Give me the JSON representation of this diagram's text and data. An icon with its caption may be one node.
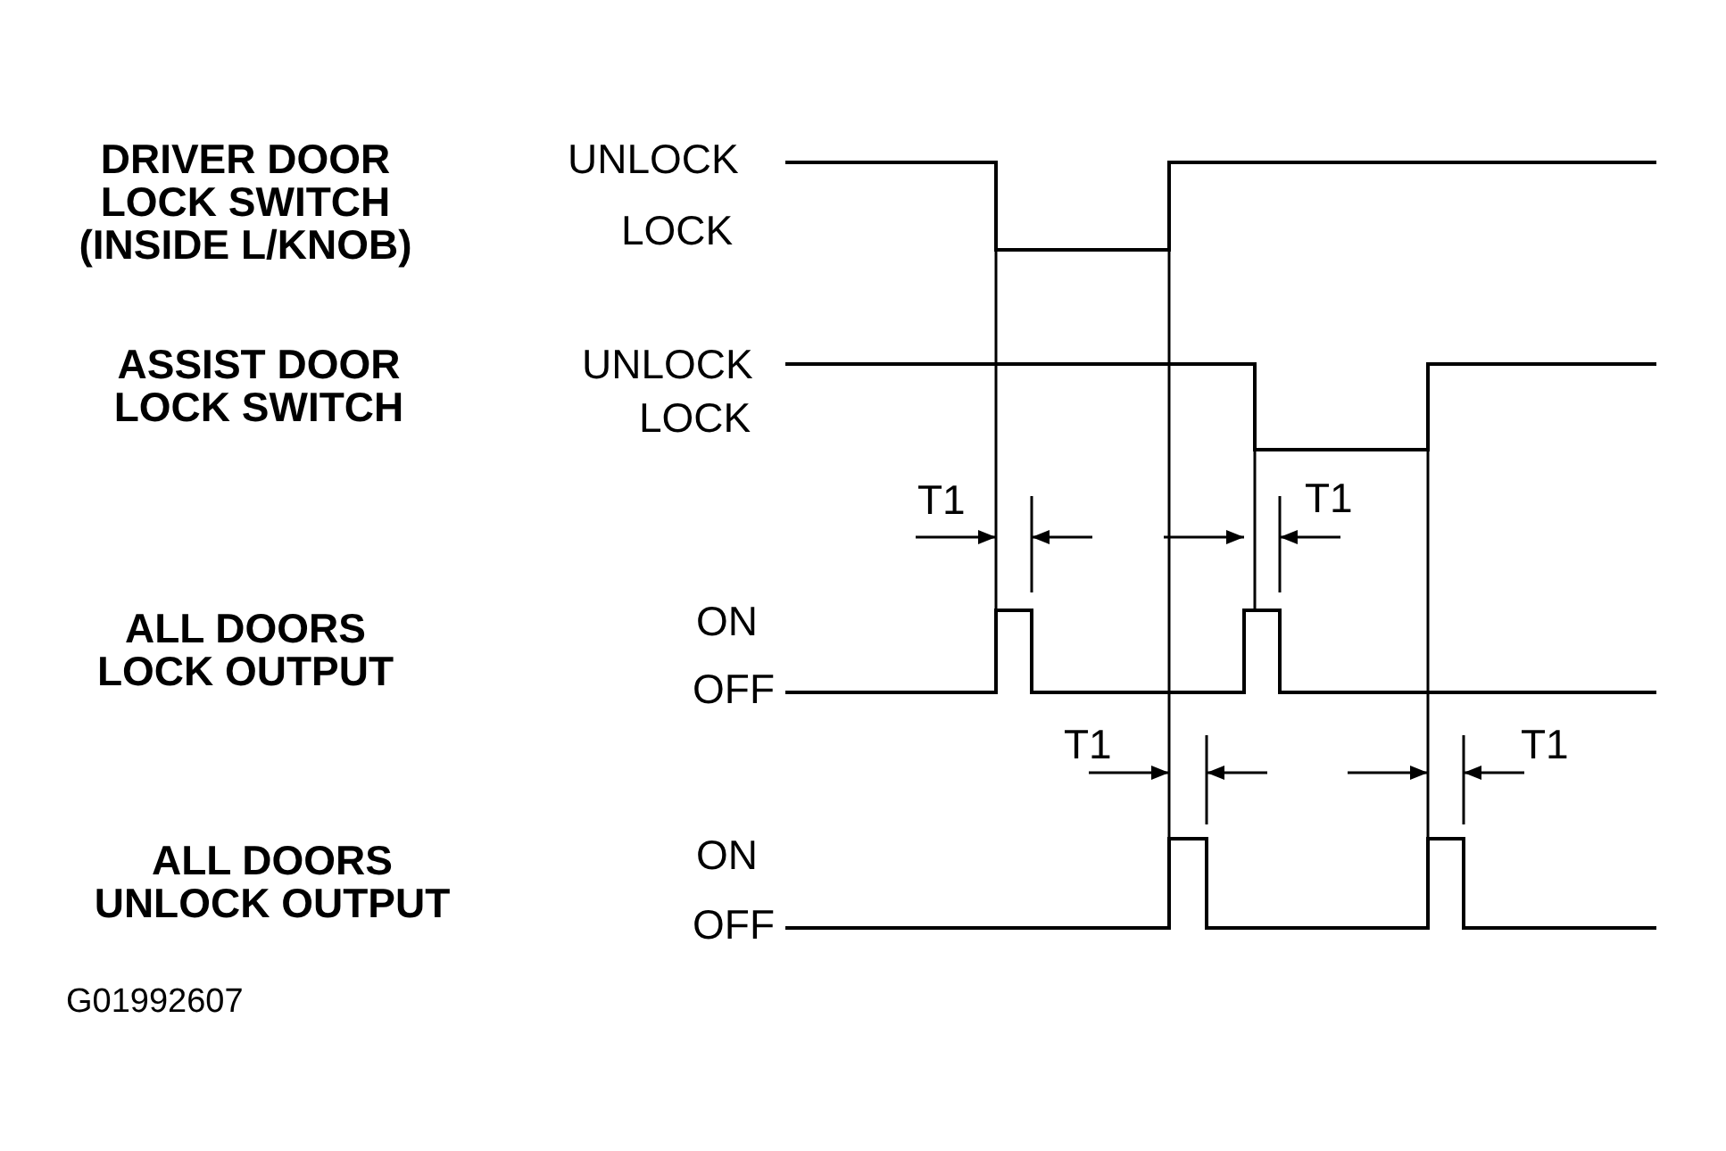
{
  "diagram": {
    "labels": [
      "DRIVER DOOR LOCK SWITCH (INSIDE L/KNOB)",
      "UNLOCK",
      "LOCK",
      "ASSIST DOOR LOCK SWITCH",
      "UNLOCK",
      "LOCK",
      "T1",
      "T1",
      "ALL DOORS LOCK OUTPUT",
      "ON",
      "OFF",
      "T1",
      "T1",
      "ALL DOORS UNLOCK OUTPUT",
      "ON",
      "OFF",
      "G01992607"
    ]
  }
}
